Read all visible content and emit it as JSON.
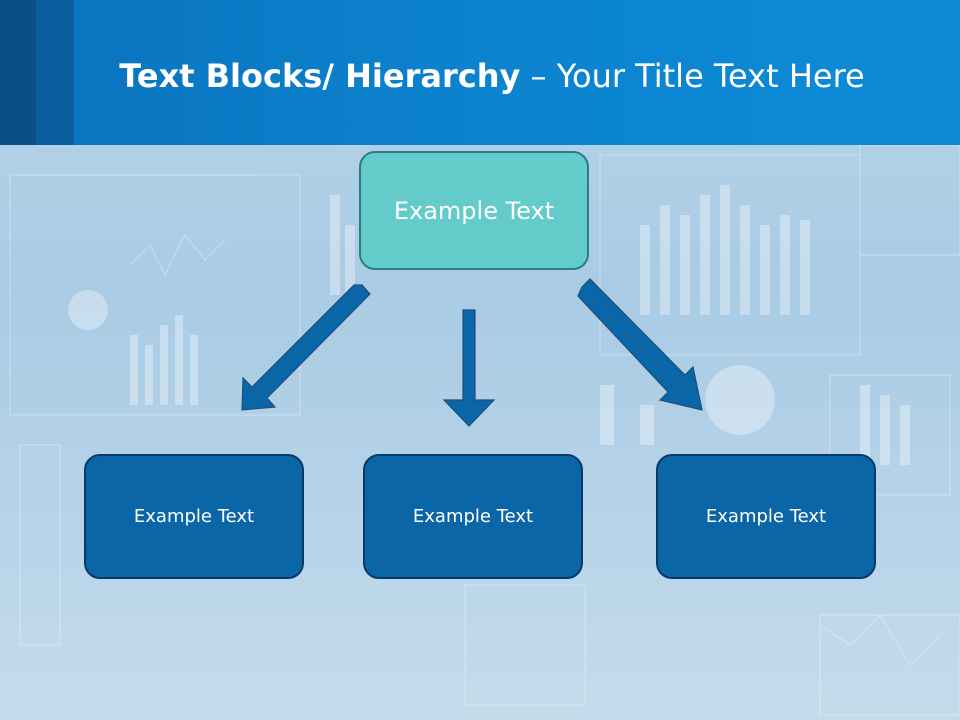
{
  "title": {
    "bold_part": "Text Blocks/ Hierarchy",
    "dash": " – ",
    "rest": "Your Title Text Here"
  },
  "hierarchy": {
    "top": {
      "label": "Example Text"
    },
    "children": [
      {
        "label": "Example Text"
      },
      {
        "label": "Example Text"
      },
      {
        "label": "Example Text"
      }
    ]
  },
  "colors": {
    "header": "#0c83cf",
    "top_box": "#63cbc9",
    "child_box": "#0b66a8",
    "arrow": "#0b66a8"
  }
}
